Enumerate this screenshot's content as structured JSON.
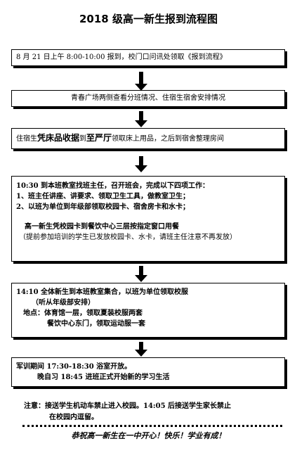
{
  "title": "2018 级高一新生报到流程图",
  "steps": [
    {
      "lines": [
        "8 月 21 日上午 8:00-10:00 报到，校门口问讯处领取《报到流程》"
      ]
    },
    {
      "lines": [
        "青春广场两侧查看分班情况、住宿生宿舍安排情况"
      ]
    },
    {
      "seg": [
        "住宿生",
        "凭床品收据",
        "到",
        "至严厅",
        "领取床上用品，之后到宿舍整理房间"
      ]
    },
    {
      "lines": [
        "10:30 到本班教室找班主任，召开班会，完成以下四项工作：",
        "1、班主任讲座、讲要求、领取卫生工具，做教室卫生；",
        "2、以班为单位到年级部领取校园卡、宿舍房卡和水卡；",
        "高一新生凭校园卡到餐饮中心三层按指定窗口用餐",
        "（提前参加培训的学生已发放校园卡、水卡，请班主任注意不再发放）"
      ]
    },
    {
      "lines": [
        "14:10 全体新生到本班教室集合，以班为单位领取校服",
        "（听从年级部安排）",
        "地点：体育馆一层，领取夏装校服两套",
        "餐饮中心东门，领取运动服一套"
      ]
    },
    {
      "lines": [
        "军训期间 17:30-18:30 浴室开放。",
        "晚自习 18:45 进班正式开始新的学习生活"
      ]
    }
  ],
  "note": [
    "注意：接送学生机动车禁止进入校园。14:05 后接送学生家长禁止",
    "在校园内逗留。"
  ],
  "footer": "恭祝高一新生在一中开心！快乐！学业有成！"
}
